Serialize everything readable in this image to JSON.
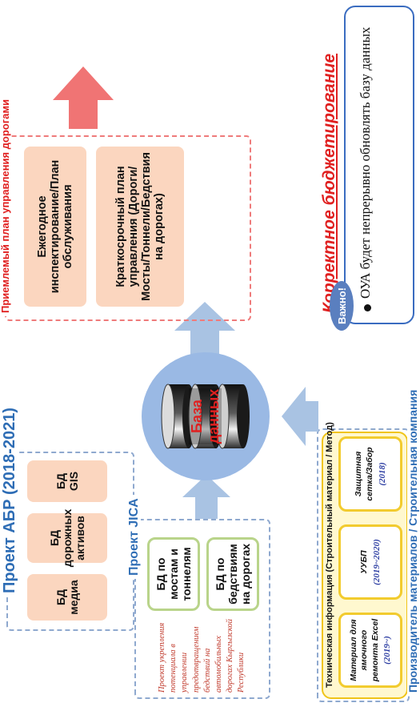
{
  "adb_project": {
    "title": "Проект АБР (2018-2021)",
    "databases": [
      "БД медиа",
      "БД дорожных активов",
      "БД GIS"
    ]
  },
  "jica_project": {
    "title": "Проект JICA",
    "databases": [
      "БД по мостам и тоннелям",
      "БД по бедствиям на дорогах"
    ],
    "note": "Проект укрепления потенциала в управлении предотвращением бедствий на автомобильных дорогах Кыргызской Республики"
  },
  "manufacturers": {
    "title": "Производитель материалов / Строительная компания",
    "tech_info": "Техническая информация (Строительный материал / Метод)",
    "items": [
      {
        "name": "Материал для ямочного ремонта Excel",
        "years": "(2019~)"
      },
      {
        "name": "УУБП",
        "years": "(2019~2020)"
      },
      {
        "name": "Защитная сетка/Забор",
        "years": "(2018)"
      }
    ]
  },
  "database": {
    "label": "База данных"
  },
  "road_plan": {
    "title": "Приемлемый план управления дорогами",
    "items": [
      "Ежегодное инспектирование/План обслуживания",
      "Краткосрочный план управления (Дороги/Мосты/Тоннели/Бедствия на дорогах)"
    ]
  },
  "budget": {
    "label": "Корректное бюджетирование"
  },
  "important": {
    "badge": "Важно!",
    "bullet": "ОУА будет непрерывно обновлять базу данных"
  },
  "colors": {
    "blue_title": "#2e6db5",
    "red_title": "#e02020",
    "arrow_blue": "#a9c3e3",
    "arrow_red": "#f07474",
    "circle": "#9ab9e4",
    "peach": "#fbd6bf",
    "green_border": "#b9d48a",
    "yellow_border": "#f0c419",
    "important_badge": "#5a7fbf"
  },
  "icons": {
    "database": "database-cylinder-icon",
    "bullet": "bullet-dot-icon"
  }
}
